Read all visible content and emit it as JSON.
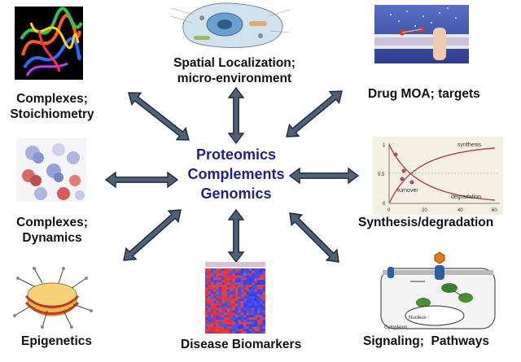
{
  "center": {
    "line1": "Proteomics",
    "line2": "Complements",
    "line3": "Genomics"
  },
  "labels": {
    "spatial_l1": "Spatial Localization;",
    "spatial_l2": "micro-environment",
    "drug": "Drug MOA; targets",
    "complexes_stoich_l1": "Complexes;",
    "complexes_stoich_l2": "Stoichiometry",
    "complexes_dyn_l1": "Complexes;",
    "complexes_dyn_l2": "Dynamics",
    "synthesis": "Synthesis/degradation",
    "epigenetics": "Epigenetics",
    "biomarkers": "Disease Biomarkers",
    "signaling": "Signaling;  Pathways"
  },
  "synthesis_chart": {
    "curve_labels": {
      "synthesis": "synthesis",
      "turnover": "turnover",
      "degradation": "degradation"
    },
    "y_ticks": [
      "1",
      "0.5",
      "0"
    ],
    "x_ticks": [
      "0",
      "20",
      "40",
      "60"
    ]
  },
  "signaling_image": {
    "nucleus_label": "Nucleus",
    "cytoplasm_label": "Cytoplasm"
  },
  "colors": {
    "center_text": "#1f1f8f",
    "arrow_fill": "#4f6178",
    "arrow_stroke": "#1e2838"
  }
}
